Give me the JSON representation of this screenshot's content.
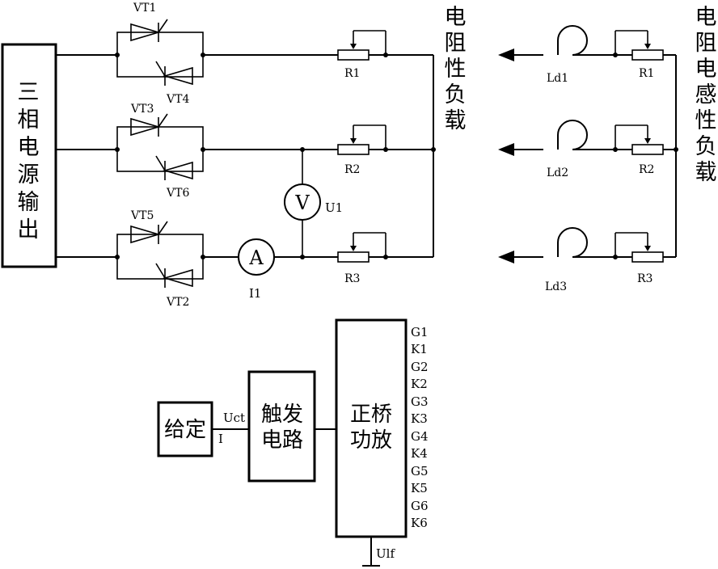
{
  "source_block": {
    "label": "三相电源输出"
  },
  "thyristors": {
    "t1": "VT1",
    "t4": "VT4",
    "t3": "VT3",
    "t6": "VT6",
    "t5": "VT5",
    "t2": "VT2"
  },
  "resistive_load": {
    "title": "电阻性负载",
    "resistors": [
      "R1",
      "R2",
      "R3"
    ]
  },
  "inductive_load": {
    "title": "电阻电感性负载",
    "inductors": [
      "Ld1",
      "Ld2",
      "Ld3"
    ],
    "resistors": [
      "R1",
      "R2",
      "R3"
    ]
  },
  "meters": {
    "voltmeter_symbol": "V",
    "voltmeter_label": "U1",
    "ammeter_symbol": "A",
    "ammeter_label": "I1"
  },
  "control": {
    "setpoint_block": "给定",
    "trigger_block_line1": "触发",
    "trigger_block_line2": "电路",
    "trigger_input_label": "Uct",
    "trigger_input_tick": "I",
    "amplifier_block_line1": "正桥",
    "amplifier_block_line2": "功放",
    "amplifier_supply_label": "Ulf",
    "gate_signals": [
      "G1",
      "K1",
      "G2",
      "K2",
      "G3",
      "K3",
      "G4",
      "K4",
      "G5",
      "K5",
      "G6",
      "K6"
    ]
  }
}
